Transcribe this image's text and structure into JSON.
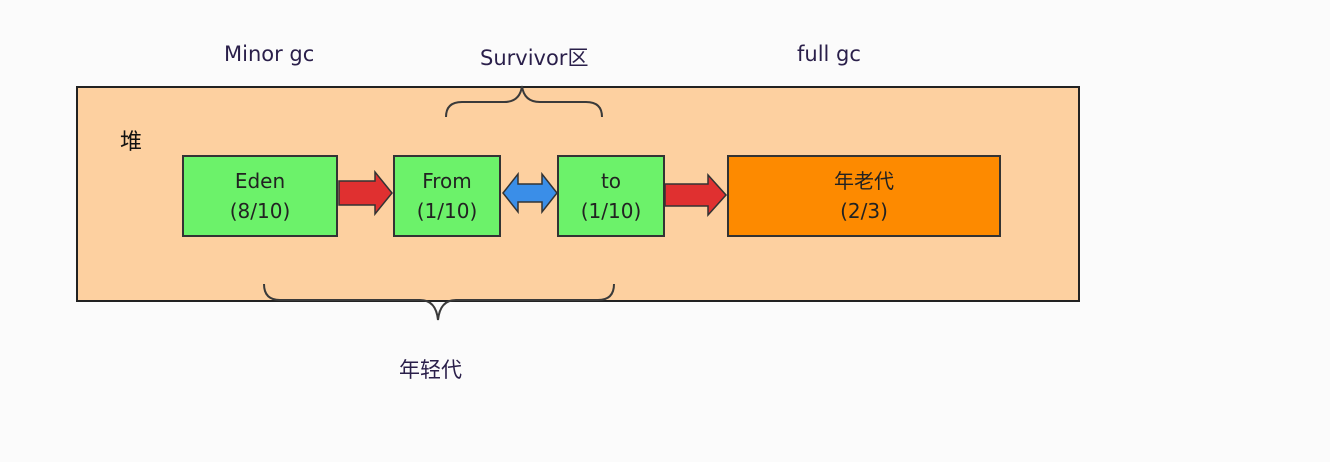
{
  "labels": {
    "minor_gc": "Minor gc",
    "survivor": "Survivor区",
    "full_gc": "full gc",
    "heap": "堆",
    "young_gen": "年轻代"
  },
  "boxes": {
    "eden": {
      "name": "Eden",
      "ratio": "(8/10)"
    },
    "from": {
      "name": "From",
      "ratio": "(1/10)"
    },
    "to": {
      "name": "to",
      "ratio": "(1/10)"
    },
    "old": {
      "name": "年老代",
      "ratio": "(2/3)"
    }
  },
  "colors": {
    "heap_fill": "#fdd0a0",
    "young_box_fill": "#6cf26a",
    "old_box_fill": "#fd8a00",
    "forward_arrow": "#e03030",
    "swap_arrow": "#3a8ee8"
  }
}
